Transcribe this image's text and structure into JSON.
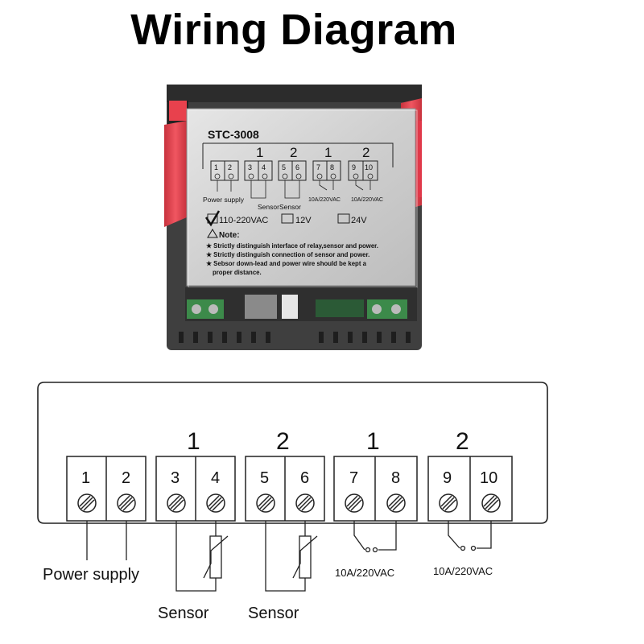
{
  "title": "Wiring Diagram",
  "device": {
    "model": "STC-3008",
    "groups": [
      "1",
      "2",
      "1",
      "2"
    ],
    "terminals": [
      "1",
      "2",
      "3",
      "4",
      "5",
      "6",
      "7",
      "8",
      "9",
      "10"
    ],
    "power_label": "Power supply",
    "sensor_label": "Sensor",
    "relay_label": "10A/220VAC",
    "voltage_options": [
      {
        "label": "110-220VAC",
        "checked": true
      },
      {
        "label": "12V",
        "checked": false
      },
      {
        "label": "24V",
        "checked": false
      }
    ],
    "note_title": "Note:",
    "notes": [
      "Strictly distinguish interface of relay,sensor and power.",
      "Strictly distinguish connection of sensor and power.",
      "Sebsor down-lead and power wire should be kept a",
      "proper distance."
    ]
  },
  "diagram": {
    "groups": [
      "1",
      "2",
      "1",
      "2"
    ],
    "terminals": [
      "1",
      "2",
      "3",
      "4",
      "5",
      "6",
      "7",
      "8",
      "9",
      "10"
    ],
    "power_label": "Power supply",
    "sensor_label_1": "Sensor",
    "sensor_label_2": "Sensor",
    "relay_label_1": "10A/220VAC",
    "relay_label_2": "10A/220VAC"
  },
  "colors": {
    "housing": "#4a4a4a",
    "clip_red": "#e8414d",
    "label_silver": "#d4d4d4",
    "pcb_green": "#3c8a4a"
  }
}
